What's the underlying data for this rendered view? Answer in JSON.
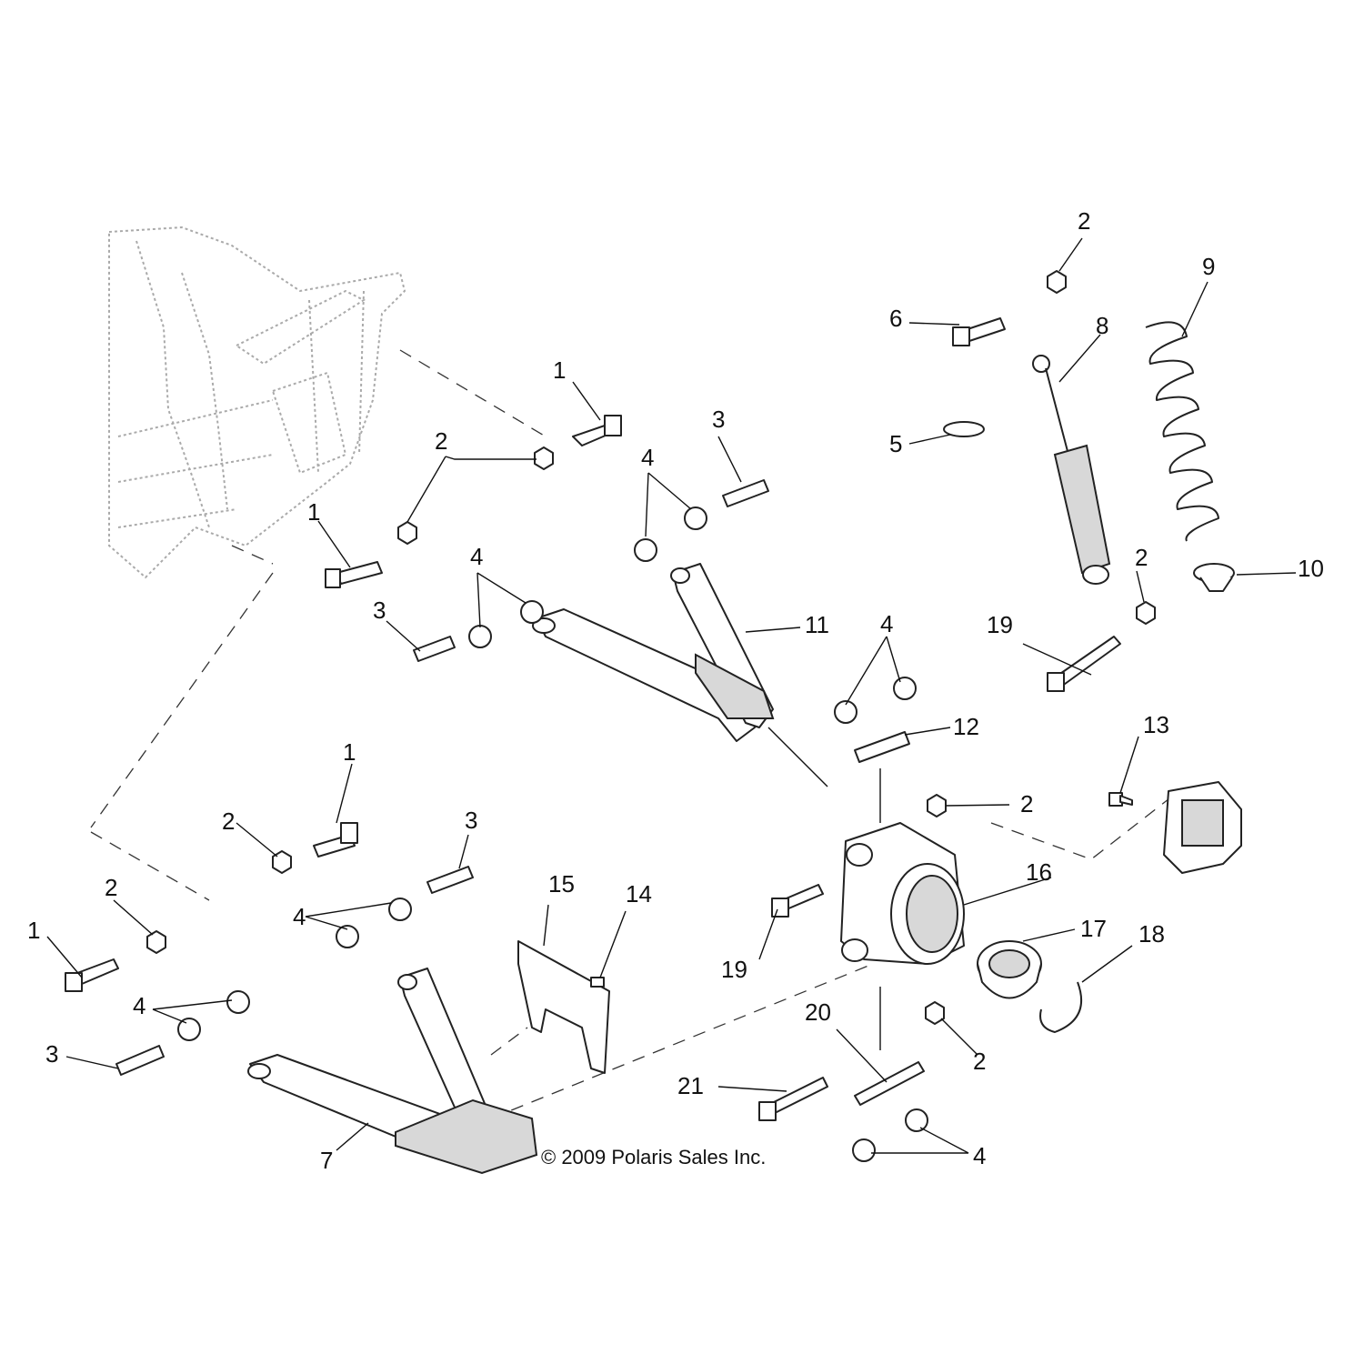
{
  "copyright": "© 2009 Polaris Sales Inc.",
  "callouts": [
    "1",
    "1",
    "1",
    "1",
    "2",
    "2",
    "2",
    "2",
    "2",
    "2",
    "2",
    "2",
    "3",
    "3",
    "3",
    "3",
    "4",
    "4",
    "4",
    "4",
    "4",
    "4",
    "4",
    "5",
    "6",
    "7",
    "8",
    "9",
    "10",
    "11",
    "12",
    "13",
    "14",
    "15",
    "16",
    "17",
    "18",
    "19",
    "19",
    "20",
    "21"
  ]
}
